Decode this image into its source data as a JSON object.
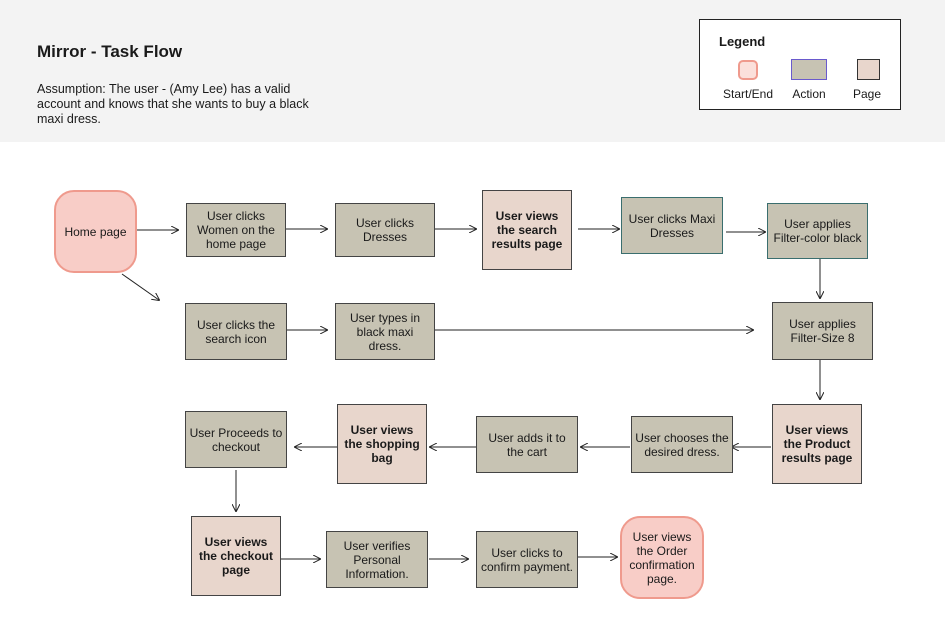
{
  "header": {
    "title": "Mirror - Task Flow",
    "assumption": "Assumption: The user - (Amy Lee) has a valid account and knows that she wants to buy a black maxi dress."
  },
  "legend": {
    "title": "Legend",
    "items": [
      {
        "label": "Start/End",
        "kind": "terminal"
      },
      {
        "label": "Action",
        "kind": "action"
      },
      {
        "label": "Page",
        "kind": "page"
      }
    ]
  },
  "nodes": {
    "home": "Home page",
    "clicks_women": "User clicks Women on the home page",
    "clicks_dresses": "User clicks Dresses",
    "views_search_results": "User views the search results page",
    "clicks_maxi": "User clicks Maxi Dresses",
    "filter_color": "User applies Filter-color black",
    "clicks_search_icon": "User clicks the search icon",
    "types_search": "User types in black maxi dress.",
    "filter_size": "User applies Filter-Size 8",
    "views_product_results": "User views the Product results page",
    "chooses_dress": "User chooses the desired dress.",
    "adds_to_cart": "User adds it to the cart",
    "views_bag": "User views the shopping bag",
    "proceeds_checkout": "User Proceeds to checkout",
    "views_checkout": "User views the checkout page",
    "verifies_info": "User verifies Personal Information.",
    "confirm_payment": "User clicks to confirm payment.",
    "order_confirmation": "User views the Order confirmation page."
  },
  "colors": {
    "background": "#ffffff",
    "header_band": "#f3f3f3",
    "action_fill": "#c7c3b3",
    "page_fill": "#e8d6cc",
    "terminal_fill": "#f8cdc7",
    "terminal_border": "#ef9a8d",
    "legend_action_border": "#6a5acd"
  }
}
